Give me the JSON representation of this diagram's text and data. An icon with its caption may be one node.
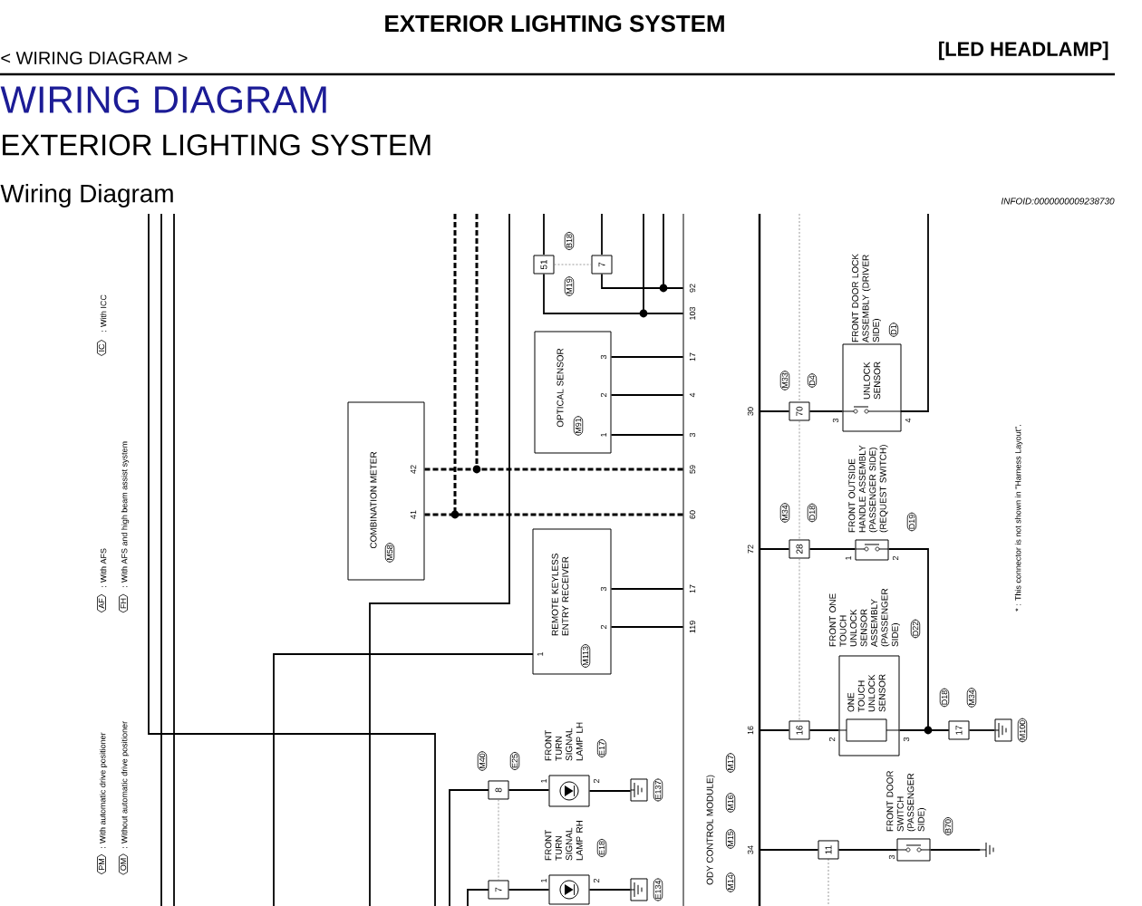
{
  "diagram": {
    "title": "EXTERIOR LIGHTING SYSTEM",
    "nodes": [
      {
        "text": [
          "COMBINATION METER",
          "M58"
        ]
      },
      {
        "text": [
          "OPTICAL SENSOR",
          "M91"
        ]
      },
      {
        "text": [
          "REMOTE KEYLESS ENTRY RECEIVER",
          "M113"
        ]
      },
      {
        "text": [
          "ODY CONTROL MODULE)",
          "M14",
          "M15",
          "M16",
          "M17"
        ]
      },
      {
        "text": [
          "51",
          "M19",
          "B18"
        ]
      },
      {
        "text": [
          "7"
        ]
      },
      {
        "text": [
          "8",
          "M40",
          "E25"
        ]
      },
      {
        "text": [
          "FRONT TURN SIGNAL LAMP LH",
          "E17"
        ]
      },
      {
        "text": [
          "E137"
        ]
      },
      {
        "text": [
          "7"
        ]
      },
      {
        "text": [
          "FRONT TURN SIGNAL LAMP RH",
          "E18"
        ]
      },
      {
        "text": [
          "E134"
        ]
      },
      {
        "text": [
          "70",
          "M33",
          "D4"
        ]
      },
      {
        "text": [
          "FRONT DOOR LOCK ASSEMBLY (DRIVER SIDE)",
          "D1",
          "UNLOCK SENSOR"
        ]
      },
      {
        "text": [
          "28",
          "M34",
          "D18"
        ]
      },
      {
        "text": [
          "FRONT OUTSIDE HANDLE ASSEMBLY (PASSENGER SIDE) (REQUEST SWITCH)",
          "D19"
        ]
      },
      {
        "text": [
          "16"
        ]
      },
      {
        "text": [
          "FRONT ONE TOUCH UNLOCK SENSOR ASSEMBLY (PASSENGER SIDE)",
          "D22",
          "ONE TOUCH UNLOCK SENSOR"
        ]
      },
      {
        "text": [
          "17",
          "D18",
          "M34"
        ]
      },
      {
        "text": [
          "M100"
        ]
      },
      {
        "text": [
          "11"
        ]
      },
      {
        "text": [
          "FRONT DOOR SWITCH (PASSENGER SIDE)",
          "B70"
        ]
      },
      {
        "text": [],
        "shape": "ground"
      }
    ],
    "edges": [
      {
        "from": 0,
        "to": 3,
        "arrow": "none",
        "style": "dashed"
      },
      {
        "from": 0,
        "to": 3,
        "arrow": "none",
        "style": "dashed"
      },
      {
        "from": 1,
        "to": 3,
        "arrow": "none"
      },
      {
        "from": 1,
        "to": 3,
        "arrow": "none"
      },
      {
        "from": 1,
        "to": 3,
        "arrow": "none"
      },
      {
        "from": 2,
        "to": 3,
        "arrow": "none"
      },
      {
        "from": 2,
        "to": 3,
        "arrow": "none"
      },
      {
        "from": 4,
        "to": 3,
        "arrow": "none"
      },
      {
        "from": 5,
        "to": 3,
        "arrow": "none"
      },
      {
        "from": 4,
        "to": 5,
        "arrow": "none",
        "style": "dashed",
        "color": "#808080"
      },
      {
        "from": 6,
        "to": 7,
        "arrow": "none"
      },
      {
        "from": 7,
        "to": 8,
        "arrow": "none"
      },
      {
        "from": 6,
        "to": 9,
        "arrow": "none",
        "style": "dashed",
        "color": "#808080"
      },
      {
        "from": 9,
        "to": 10,
        "arrow": "none"
      },
      {
        "from": 10,
        "to": 11,
        "arrow": "none"
      },
      {
        "from": 3,
        "to": 12,
        "arrow": "none"
      },
      {
        "from": 12,
        "to": 13,
        "arrow": "none"
      },
      {
        "from": 12,
        "to": 14,
        "arrow": "none",
        "style": "dashed",
        "color": "#808080"
      },
      {
        "from": 3,
        "to": 14,
        "arrow": "none"
      },
      {
        "from": 14,
        "to": 15,
        "arrow": "none"
      },
      {
        "from": 14,
        "to": 16,
        "arrow": "none",
        "style": "dashed",
        "color": "#808080"
      },
      {
        "from": 3,
        "to": 16,
        "arrow": "none"
      },
      {
        "from": 16,
        "to": 17,
        "arrow": "none"
      },
      {
        "from": 17,
        "to": 18,
        "arrow": "none"
      },
      {
        "from": 15,
        "to": 18,
        "arrow": "none"
      },
      {
        "from": 18,
        "to": 19,
        "arrow": "none"
      },
      {
        "from": 3,
        "to": 20,
        "arrow": "none"
      },
      {
        "from": 20,
        "to": 21,
        "arrow": "none"
      },
      {
        "from": 21,
        "to": 22,
        "arrow": "none"
      }
    ],
    "labels": [
      "< WIRING DIAGRAM >",
      "[LED HEADLAMP]",
      "WIRING DIAGRAM",
      "EXTERIOR LIGHTING SYSTEM",
      "Wiring Diagram",
      "INFOID:0000000009238730",
      "PM",
      ": With automatic drive positioner",
      "OM",
      ": Without automatic drive positioner",
      "AF",
      ": With AFS",
      "FH",
      ": With AFS and high beam assist system",
      "IC",
      ": With ICC",
      "42",
      "41",
      "3",
      "2",
      "1",
      "3",
      "2",
      "1",
      "92",
      "103",
      "17",
      "4",
      "3",
      "59",
      "60",
      "17",
      "119",
      "30",
      "72",
      "16",
      "34",
      "1",
      "2",
      "1",
      "2",
      "3",
      "4",
      "1",
      "2",
      "2",
      "3",
      "3",
      "* : This connector is not shown in \"Harness Layout\"."
    ]
  }
}
